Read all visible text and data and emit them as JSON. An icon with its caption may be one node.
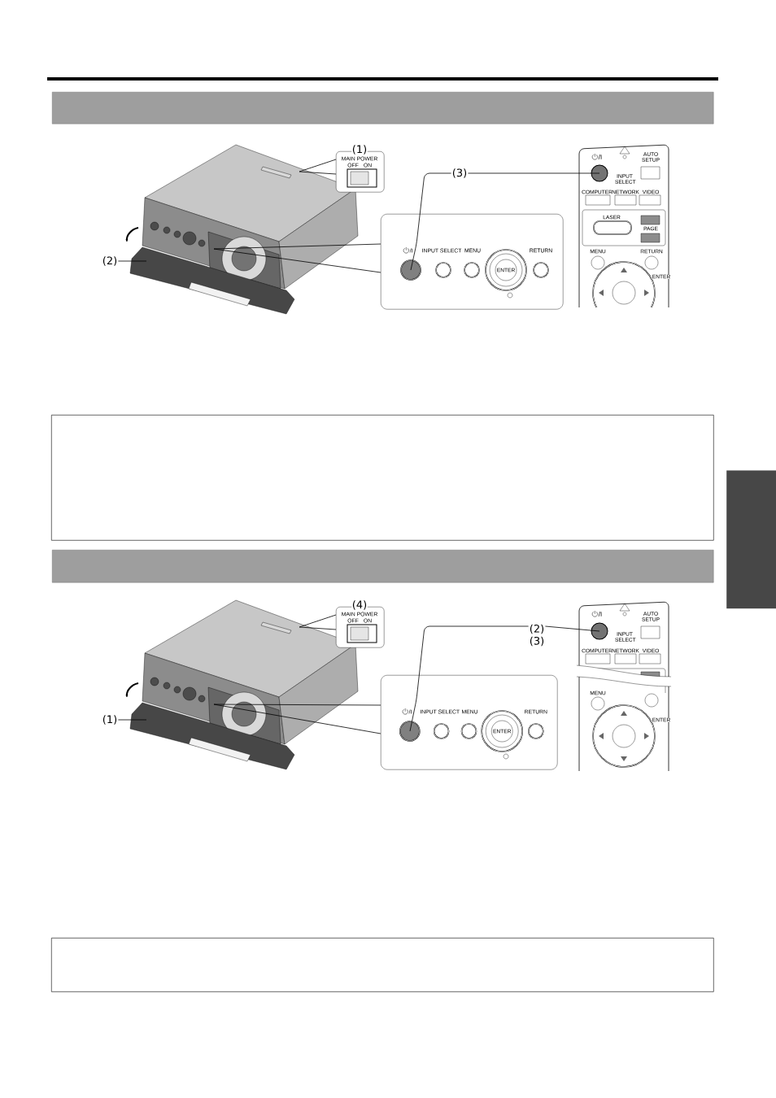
{
  "diagram": {
    "nodes": [
      {
        "text": [],
        "shape": "picture"
      },
      {
        "text": [
          "(1)",
          "MAIN POWER",
          "OFF",
          "ON"
        ]
      },
      {
        "text": [
          "(2)"
        ]
      },
      {
        "text": [
          "/I",
          "INPUT SELECT",
          "MENU",
          "ENTER",
          "RETURN"
        ]
      },
      {
        "text": [
          "(3)"
        ]
      },
      {
        "text": [
          "/I",
          "AUTO SETUP",
          "INPUT SELECT",
          "COMPUTER",
          "NETWORK",
          "VIDEO",
          "LASER",
          "PAGE",
          "MENU",
          "RETURN",
          "ENTER"
        ]
      },
      {
        "text": [],
        "shape": "picture"
      },
      {
        "text": [
          "(4)",
          "MAIN POWER",
          "OFF",
          "ON"
        ]
      },
      {
        "text": [
          "(1)"
        ]
      },
      {
        "text": [
          "/I",
          "INPUT SELECT",
          "MENU",
          "ENTER",
          "RETURN"
        ]
      },
      {
        "text": [
          "(2)",
          "(3)"
        ]
      },
      {
        "text": [
          "/I",
          "AUTO SETUP",
          "INPUT SELECT",
          "COMPUTER",
          "NETWORK",
          "VIDEO",
          "MENU",
          "ENTER"
        ]
      },
      {
        "text": [],
        "shape": "bar"
      },
      {
        "text": [],
        "shape": "box"
      },
      {
        "text": [],
        "shape": "bar"
      },
      {
        "text": [],
        "shape": "box"
      },
      {
        "text": [],
        "shape": "bar"
      }
    ],
    "edges": [
      {
        "from": 1,
        "to": 0,
        "arrow": "none"
      },
      {
        "from": 2,
        "to": 0,
        "arrow": "none"
      },
      {
        "from": 3,
        "to": 0,
        "arrow": "none"
      },
      {
        "from": 4,
        "to": 3,
        "arrow": "none"
      },
      {
        "from": 4,
        "to": 5,
        "arrow": "none"
      },
      {
        "from": 7,
        "to": 6,
        "arrow": "none"
      },
      {
        "from": 8,
        "to": 6,
        "arrow": "none"
      },
      {
        "from": 9,
        "to": 6,
        "arrow": "none"
      },
      {
        "from": 10,
        "to": 9,
        "arrow": "none"
      },
      {
        "from": 10,
        "to": 11,
        "arrow": "none"
      }
    ]
  }
}
